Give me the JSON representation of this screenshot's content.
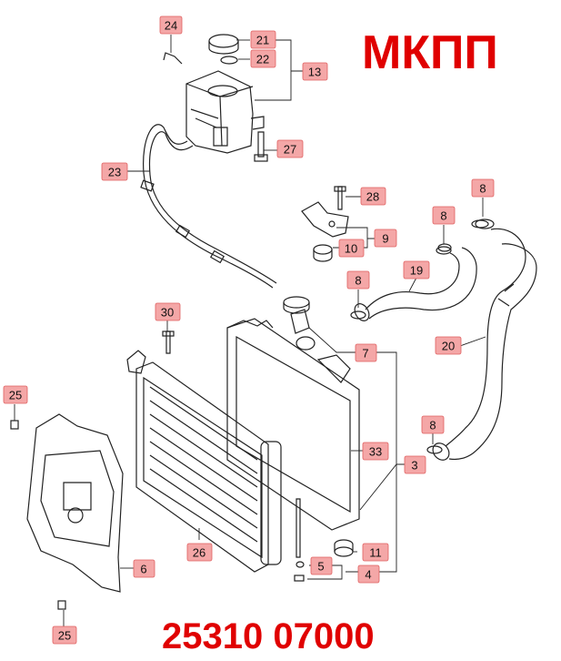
{
  "header_text": "МКПП",
  "footer_code": "25310 07000",
  "accent_color": "#e00000",
  "callout_color": "#f4a7a7",
  "callouts": [
    "24",
    "21",
    "22",
    "13",
    "27",
    "23",
    "28",
    "9",
    "10",
    "8",
    "8",
    "8",
    "19",
    "20",
    "7",
    "30",
    "33",
    "3",
    "8",
    "11",
    "5",
    "4",
    "6",
    "26",
    "25",
    "25"
  ]
}
